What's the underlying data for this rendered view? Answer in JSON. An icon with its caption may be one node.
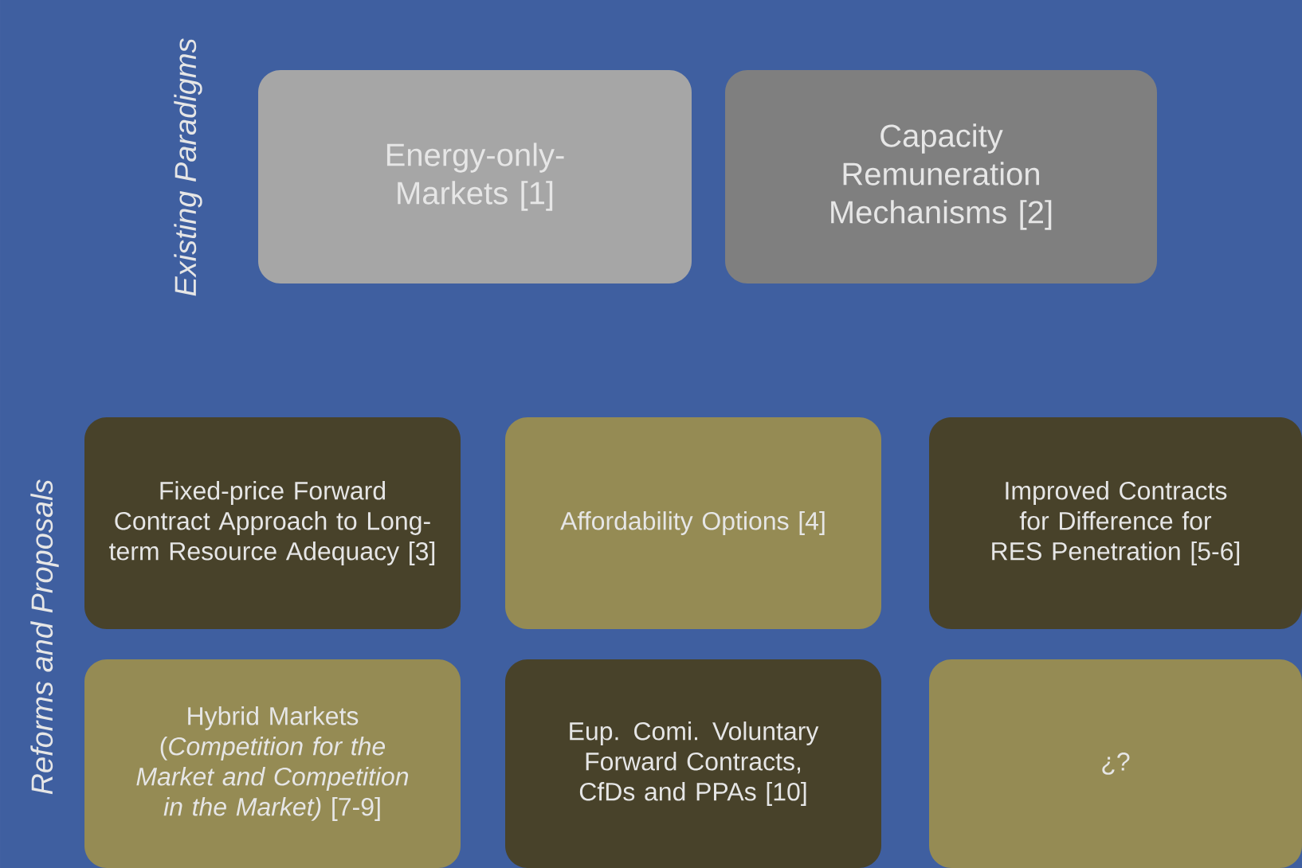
{
  "diagram": {
    "nodes": [
      {
        "text": [
          "Energy-only-Markets [1]"
        ]
      },
      {
        "text": [
          "Capacity Remuneration Mechanisms [2]"
        ]
      },
      {
        "text": [
          "Fixed-price Forward Contract Approach to Long-term Resource Adequacy [3]"
        ]
      },
      {
        "text": [
          "Affordability Options [4]"
        ]
      },
      {
        "text": [
          "Improved Contracts for Difference for RES Penetration [5-6]"
        ]
      },
      {
        "text": [
          "Hybrid Markets (*Competition for the Market and Competition in the Market)* [7-9]"
        ]
      },
      {
        "text": [
          "Eup. Comi. Voluntary Forward Contracts, CfDs and PPAs [10]"
        ]
      },
      {
        "text": [
          "¿?"
        ]
      }
    ],
    "edges": [],
    "labels": [
      "Existing Paradigms",
      "Reforms and Proposals"
    ]
  }
}
